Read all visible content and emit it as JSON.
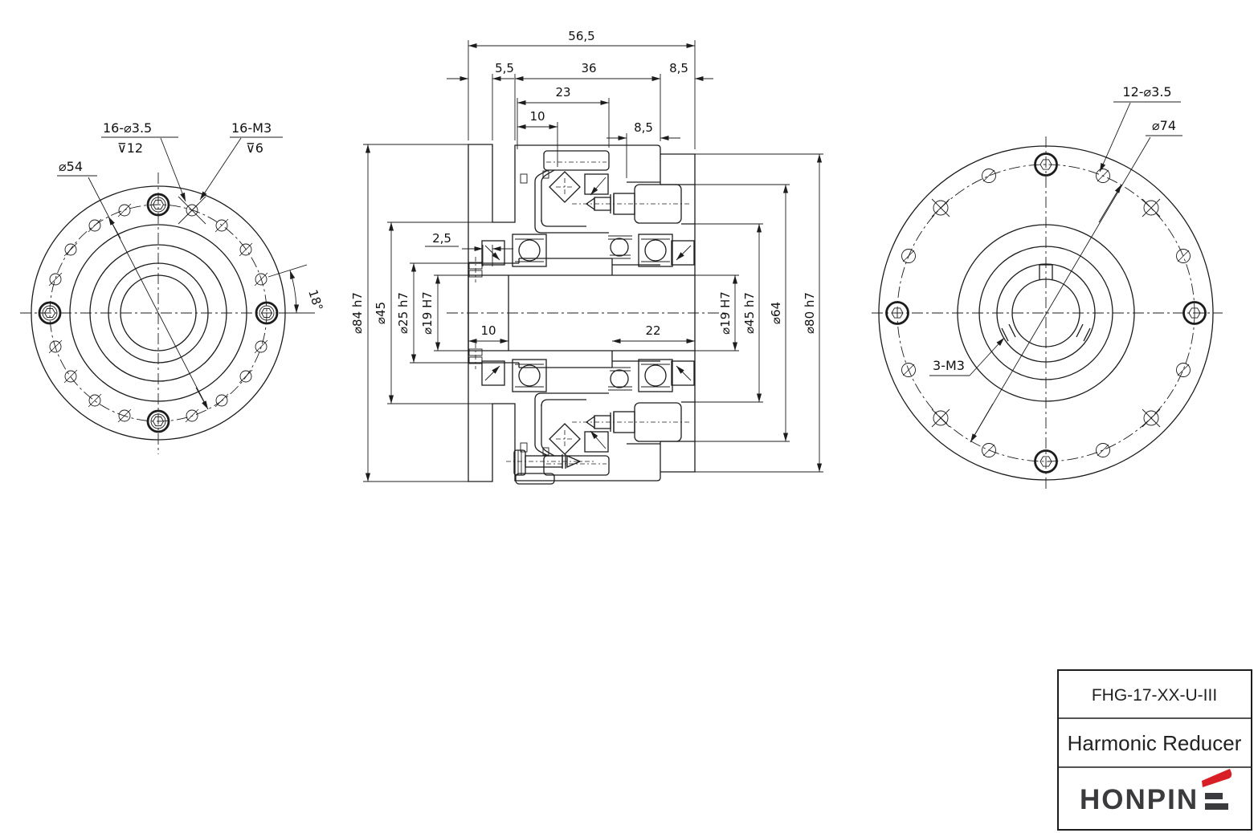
{
  "drawing": {
    "front_view": {
      "hole_callout": "16-⌀3.5",
      "hole_depth": "⊽12",
      "thread_callout": "16-M3",
      "thread_depth": "⊽6",
      "bolt_circle_dia": "⌀54",
      "pitch_angle": "18°"
    },
    "section_view": {
      "overall_length": "56,5",
      "flange_width": "5,5",
      "housing_length": "36",
      "cap_width": "8,5",
      "cup_length": "23",
      "top_offset": "10",
      "cap_inset": "8,5",
      "seal_gap": "2,5",
      "bore_step_left": "10",
      "bore_step_right": "22",
      "dia_flange": "⌀84 h7",
      "dia_spigot_left": "⌀45",
      "dia_input_hub": "⌀25 h7",
      "dia_bore_left": "⌀19 H7",
      "dia_bore_right": "⌀19 H7",
      "dia_spigot_right": "⌀45 h7",
      "dia_recess": "⌀64",
      "dia_body": "⌀80 h7"
    },
    "end_view": {
      "hole_callout": "12-⌀3.5",
      "bolt_circle_dia": "⌀74",
      "thread_callout": "3-M3"
    }
  },
  "title_block": {
    "model": "FHG-17-XX-U-III",
    "product": "Harmonic Reducer",
    "brand_text": "HONPIN",
    "accent_color": "#d81f26"
  }
}
